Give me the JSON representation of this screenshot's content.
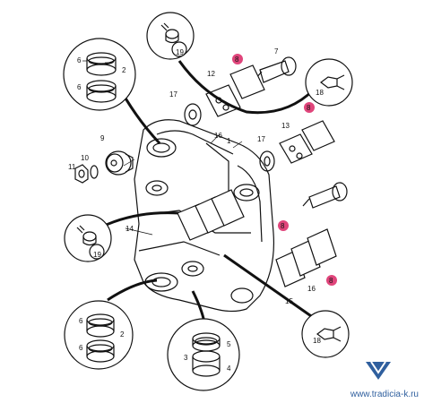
{
  "diagram": {
    "callouts": {
      "c1": "1",
      "c2a": "2",
      "c2b": "2",
      "c3": "3",
      "c4": "4",
      "c5": "5",
      "c6a": "6",
      "c6b": "6",
      "c6c": "6",
      "c6d": "6",
      "c7": "7",
      "c8a": "8",
      "c8b": "8",
      "c8c": "8",
      "c8d": "8",
      "c9": "9",
      "c10": "10",
      "c11": "11",
      "c12": "12",
      "c13": "13",
      "c14": "14",
      "c15": "15",
      "c16a": "16",
      "c16b": "16",
      "c17a": "17",
      "c17b": "17",
      "c18a": "18",
      "c18b": "18",
      "c19a": "19",
      "c19b": "19"
    },
    "highlight_color": "#e0457b"
  },
  "watermark": {
    "text": "www.tradicia-k.ru",
    "color": "#2f5f9e"
  }
}
